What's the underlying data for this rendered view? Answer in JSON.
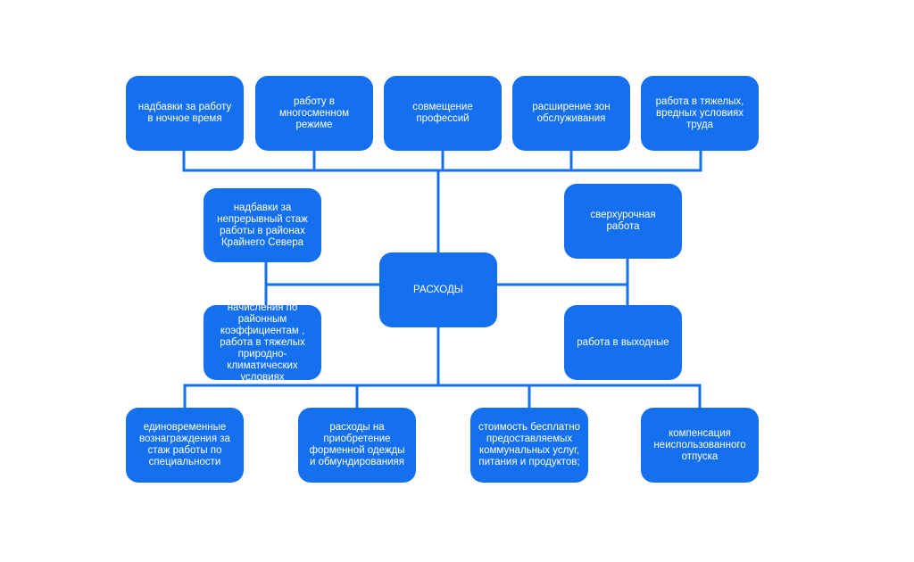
{
  "colors": {
    "box_fill": "#1570ef",
    "connector": "#1570ef",
    "text": "#ffffff",
    "background": "#ffffff"
  },
  "center": {
    "label": "РАСХОДЫ"
  },
  "top_row": [
    {
      "label": "надбавки за работу\nв ночное время"
    },
    {
      "label": "работу в\nмногосменном\nрежиме"
    },
    {
      "label": "совмещение\nпрофессий"
    },
    {
      "label": "расширение зон\nобслуживания"
    },
    {
      "label": "работа в тяжелых,\nвредных условиях\nтруда"
    }
  ],
  "left_column": [
    {
      "label": "надбавки за\nнепрерывный стаж\nработы в районах\nКрайнего Севера"
    },
    {
      "label": "начисления по районным\nкоэффициентам ,\nработа в тяжелых\nприродно-климатических\nусловиях"
    }
  ],
  "right_column": [
    {
      "label": "сверхурочная\nработа"
    },
    {
      "label": "работа в выходные"
    }
  ],
  "bottom_row": [
    {
      "label": "единовременные\nвознаграждения за\nстаж работы по\nспециальности"
    },
    {
      "label": "расходы на\nприобретение\nформенной одежды\nи обмундированияя"
    },
    {
      "label": "стоимость бесплатно\nпредоставляемых\nкоммунальных услуг,\nпитания и продуктов;"
    },
    {
      "label": "компенсация\nнеиспользованного\nотпуска"
    }
  ]
}
